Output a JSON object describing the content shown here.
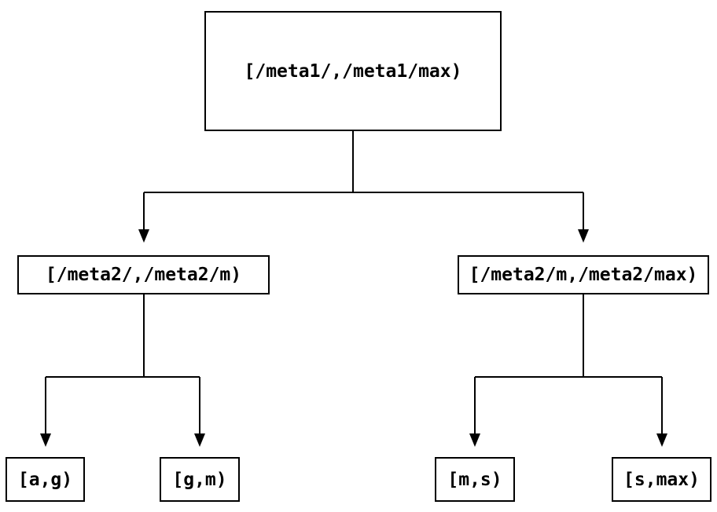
{
  "diagram": {
    "type": "tree",
    "background_color": "#ffffff",
    "line_color": "#000000",
    "text_color": "#000000",
    "nodes": [
      {
        "id": "root",
        "label": "[/meta1/,/meta1/max)"
      },
      {
        "id": "left",
        "label": "[/meta2/,/meta2/m)"
      },
      {
        "id": "right",
        "label": "[/meta2/m,/meta2/max)"
      },
      {
        "id": "leaf-ag",
        "label": "[a,g)"
      },
      {
        "id": "leaf-gm",
        "label": "[g,m)"
      },
      {
        "id": "leaf-ms",
        "label": "[m,s)"
      },
      {
        "id": "leaf-smax",
        "label": "[s,max)"
      }
    ],
    "edges": [
      {
        "from": "root",
        "to": [
          "left",
          "right"
        ]
      },
      {
        "from": "left",
        "to": [
          "leaf-ag",
          "leaf-gm"
        ]
      },
      {
        "from": "right",
        "to": [
          "leaf-ms",
          "leaf-smax"
        ]
      }
    ]
  }
}
